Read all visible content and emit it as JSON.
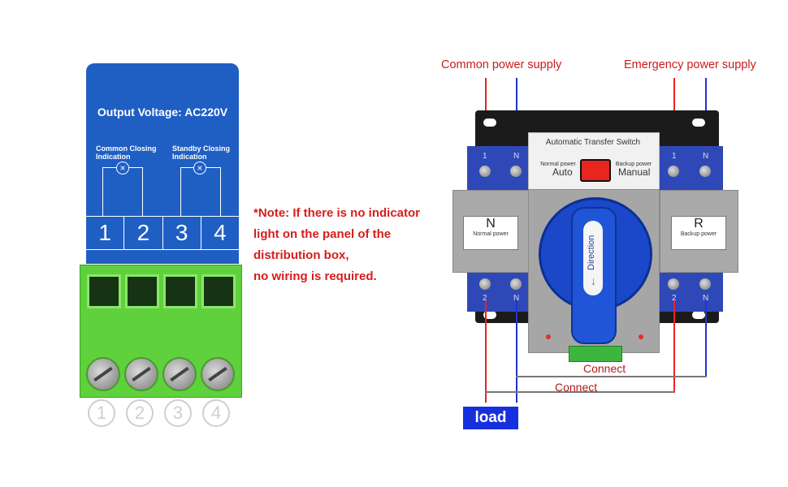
{
  "left_panel": {
    "output_voltage": "Output Voltage: AC220V",
    "common_closing": "Common Closing Indication",
    "standby_closing": "Standby Closing Indication",
    "terminal_numbers": [
      "1",
      "2",
      "3",
      "4"
    ],
    "bottom_numbers": [
      "1",
      "2",
      "3",
      "4"
    ]
  },
  "note": {
    "lines": [
      "*Note: If there is no indicator",
      "light on the panel of the",
      "distribution box,",
      "no wiring is required."
    ]
  },
  "switch": {
    "common_power_supply": "Common power supply",
    "emergency_power_supply": "Emergency power supply",
    "title": "Automatic Transfer Switch",
    "normal_power_small": "Normal power",
    "backup_power_small": "Backup power",
    "auto": "Auto",
    "manual": "Manual",
    "left_letter": "N",
    "left_sub": "Normal power",
    "right_letter": "R",
    "right_sub": "Backup power",
    "direction": "Direction",
    "top_left_marks": [
      "1",
      "N"
    ],
    "top_right_marks": [
      "1",
      "N"
    ],
    "bottom_left_marks": [
      "2",
      "N"
    ],
    "bottom_right_marks": [
      "2",
      "N"
    ],
    "connect_1": "Connect",
    "connect_2": "Connect",
    "load": "load"
  },
  "colors": {
    "panel_blue": "#1f5fc4",
    "terminal_green": "#5fd13c",
    "note_red": "#d81c1c",
    "load_blue": "#1730dd"
  }
}
